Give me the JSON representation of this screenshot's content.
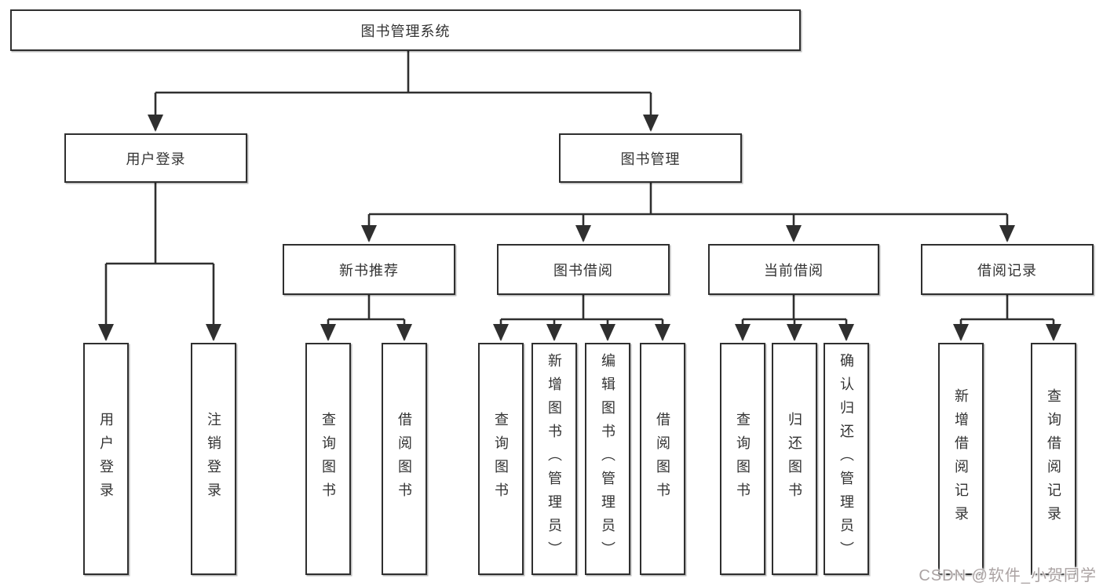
{
  "colors": {
    "bg": "#ffffff",
    "line": "#2f2f2f",
    "border": "#2f2f2f",
    "text": "#333333",
    "watermark": "#aba3a3"
  },
  "tree": {
    "root": {
      "label": "图书管理系统"
    },
    "user_login": {
      "label": "用户登录",
      "children": [
        {
          "label": "用户登录"
        },
        {
          "label": "注销登录"
        }
      ]
    },
    "book_mgmt": {
      "label": "图书管理",
      "groups": [
        {
          "label": "新书推荐",
          "children": [
            {
              "label": "查询图书"
            },
            {
              "label": "借阅图书"
            }
          ]
        },
        {
          "label": "图书借阅",
          "children": [
            {
              "label": "查询图书"
            },
            {
              "label": "新增图书（管理员）"
            },
            {
              "label": "编辑图书（管理员）"
            },
            {
              "label": "借阅图书"
            }
          ]
        },
        {
          "label": "当前借阅",
          "children": [
            {
              "label": "查询图书"
            },
            {
              "label": "归还图书"
            },
            {
              "label": "确认归还（管理员）"
            }
          ]
        },
        {
          "label": "借阅记录",
          "children": [
            {
              "label": "新增借阅记录"
            },
            {
              "label": "查询借阅记录"
            }
          ]
        }
      ]
    }
  },
  "watermark": {
    "text": "CSDN @软件_小贺同学"
  }
}
